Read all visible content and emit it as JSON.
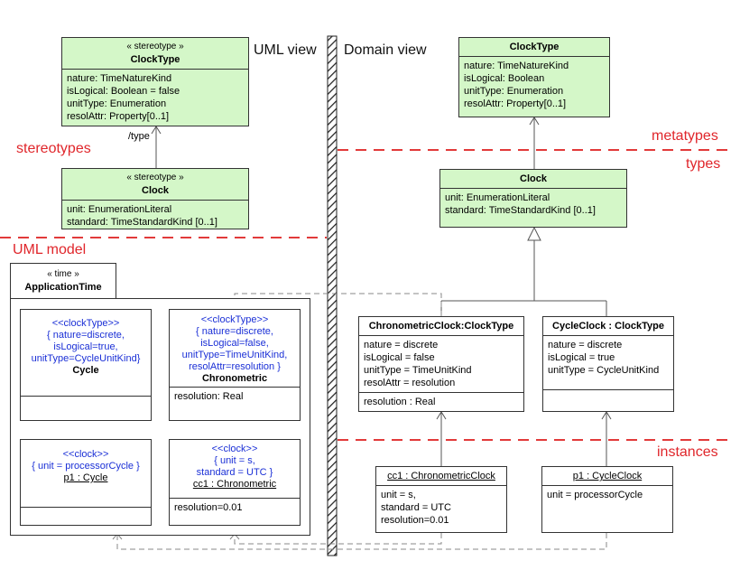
{
  "labels": {
    "uml_view": "UML view",
    "domain_view": "Domain view",
    "stereotypes": "stereotypes",
    "metatypes": "metatypes",
    "types": "types",
    "uml_model": "UML model",
    "instances": "instances",
    "type_assoc": "/type"
  },
  "st_clocktype": {
    "stereo": "« stereotype »",
    "name": "ClockType",
    "attrs": [
      "nature: TimeNatureKind",
      "isLogical: Boolean = false",
      "unitType: Enumeration",
      "resolAttr: Property[0..1]"
    ]
  },
  "st_clock": {
    "stereo": "« stereotype »",
    "name": "Clock",
    "attrs": [
      "unit: EnumerationLiteral",
      "standard: TimeStandardKind [0..1]"
    ]
  },
  "dm_clocktype": {
    "name": "ClockType",
    "attrs": [
      "nature: TimeNatureKind",
      "isLogical: Boolean",
      "unitType: Enumeration",
      "resolAttr: Property[0..1]"
    ]
  },
  "dm_clock": {
    "name": "Clock",
    "attrs": [
      "unit: EnumerationLiteral",
      "standard: TimeStandardKind [0..1]"
    ]
  },
  "package": {
    "stereo": "« time »",
    "name": "ApplicationTime"
  },
  "cycle_class": {
    "stereo": "<<clockType>>",
    "props": [
      "{ nature=discrete,",
      "isLogical=true,",
      "unitType=CycleUnitKind}"
    ],
    "name": "Cycle"
  },
  "chrono_class": {
    "stereo": "<<clockType>>",
    "props": [
      "{ nature=discrete,",
      "isLogical=false,",
      "unitType=TimeUnitKind,",
      "resolAttr=resolution }"
    ],
    "name": "Chronometric",
    "attr": "resolution: Real"
  },
  "p1_inst": {
    "stereo": "<<clock>>",
    "props": [
      "{ unit = processorCycle }"
    ],
    "name": "p1 : Cycle"
  },
  "cc1_inst": {
    "stereo": "<<clock>>",
    "props": [
      "{ unit = s,",
      "standard = UTC }"
    ],
    "name": "cc1 : Chronometric",
    "attr": "resolution=0.01"
  },
  "chrono_clock": {
    "name": "ChronometricClock:ClockType",
    "attrs": [
      "nature = discrete",
      "isLogical = false",
      "unitType = TimeUnitKind",
      "resolAttr = resolution"
    ],
    "attr2": "resolution : Real"
  },
  "cycle_clock": {
    "name": "CycleClock : ClockType",
    "attrs": [
      "nature = discrete",
      "isLogical = true",
      "unitType = CycleUnitKind"
    ]
  },
  "cc1_obj": {
    "name": "cc1 : ChronometricClock",
    "attrs": [
      "unit = s,",
      "standard = UTC",
      "resolution=0.01"
    ]
  },
  "p1_obj": {
    "name": "p1 : CycleClock",
    "attrs": [
      "unit  = processorCycle"
    ]
  }
}
